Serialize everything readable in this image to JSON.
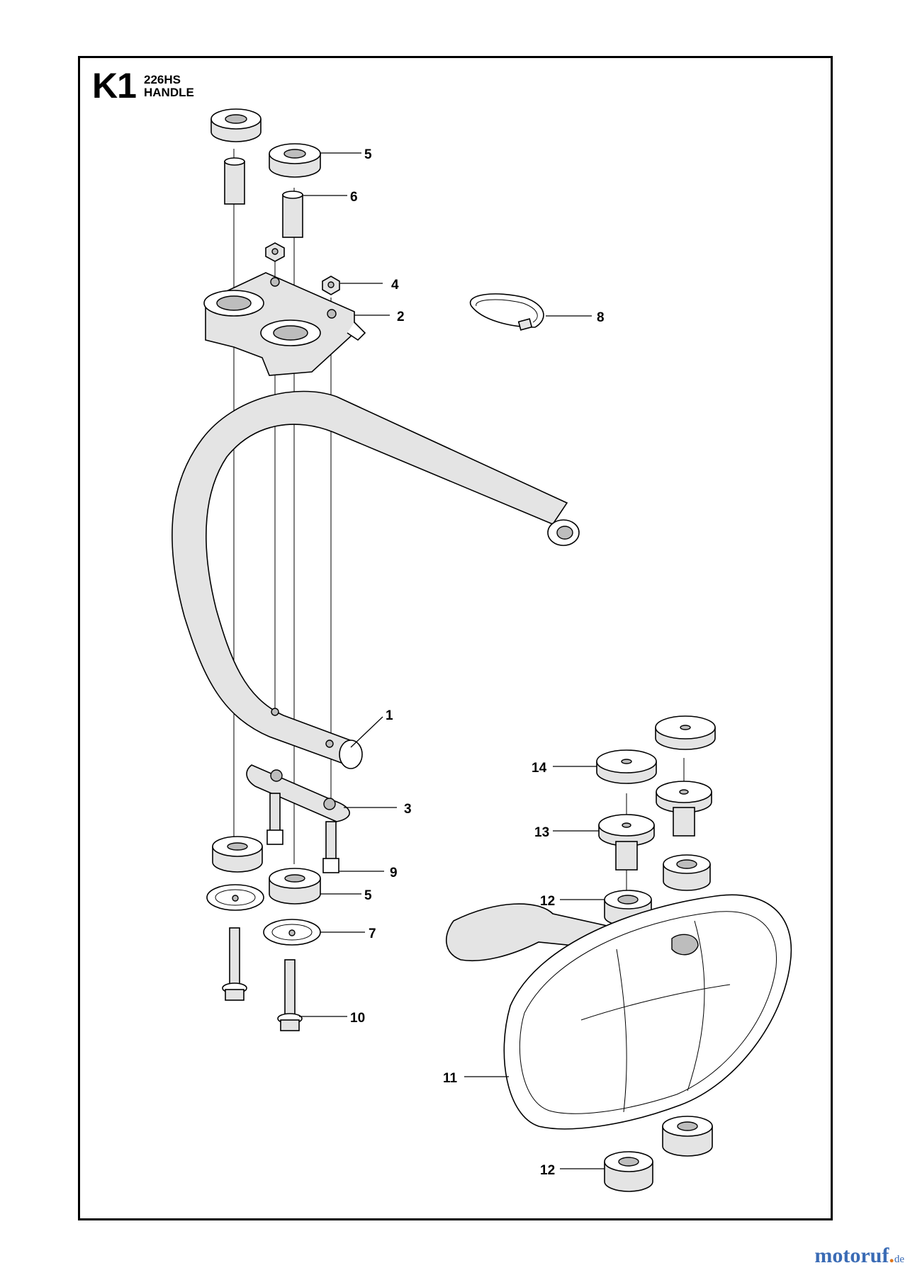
{
  "header": {
    "page_code": "K1",
    "model": "226HS",
    "title": "HANDLE"
  },
  "callouts": [
    {
      "id": "c5a",
      "label": "5"
    },
    {
      "id": "c6",
      "label": "6"
    },
    {
      "id": "c4",
      "label": "4"
    },
    {
      "id": "c2",
      "label": "2"
    },
    {
      "id": "c8",
      "label": "8"
    },
    {
      "id": "c1",
      "label": "1"
    },
    {
      "id": "c3",
      "label": "3"
    },
    {
      "id": "c9",
      "label": "9"
    },
    {
      "id": "c5b",
      "label": "5"
    },
    {
      "id": "c7",
      "label": "7"
    },
    {
      "id": "c10",
      "label": "10"
    },
    {
      "id": "c14",
      "label": "14"
    },
    {
      "id": "c13",
      "label": "13"
    },
    {
      "id": "c12a",
      "label": "12"
    },
    {
      "id": "c11",
      "label": "11"
    },
    {
      "id": "c12b",
      "label": "12"
    }
  ],
  "watermark": {
    "main": "motoruf",
    "tld": "de"
  }
}
